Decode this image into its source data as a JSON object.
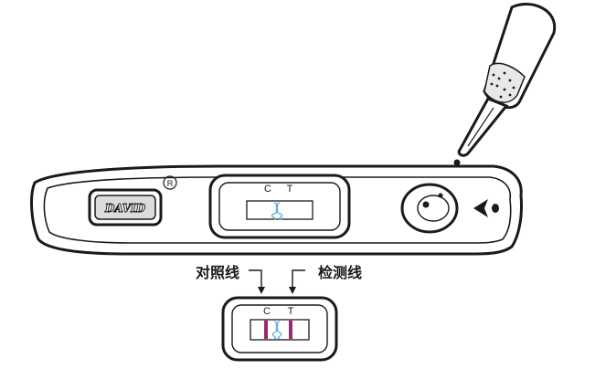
{
  "logo": {
    "text": "DAVID"
  },
  "registered_mark": "R",
  "strip": {
    "window": {
      "c_label": "C",
      "t_label": "T"
    }
  },
  "result": {
    "c_label": "C",
    "t_label": "T",
    "control_line_label": "对照线",
    "test_line_label": "检测线"
  },
  "colors": {
    "outline": "#1a1a1a",
    "membrane_blue": "#5fa8d8",
    "result_line": "#9a2a6b"
  }
}
